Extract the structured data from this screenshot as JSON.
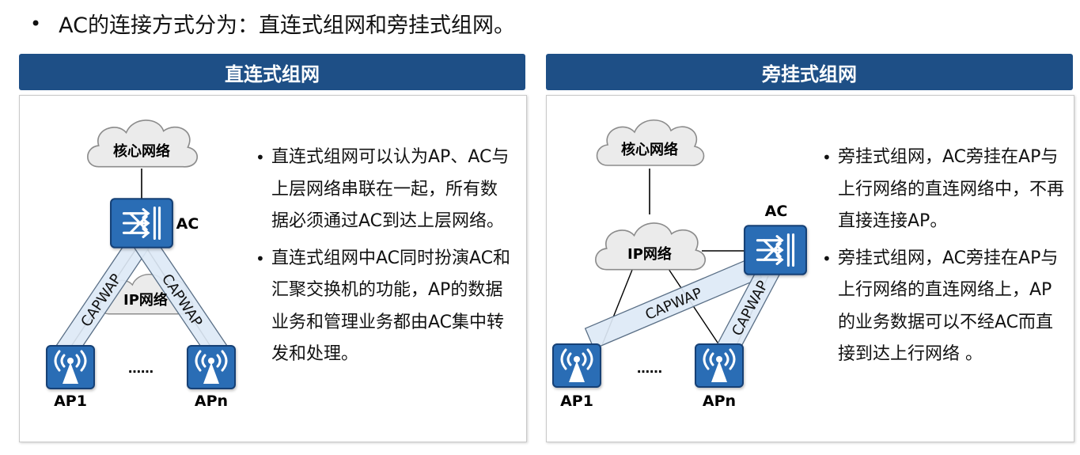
{
  "headline": "AC的连接方式分为：直连式组网和旁挂式组网。",
  "left": {
    "title": "直连式组网",
    "labels": {
      "core_cloud": "核心网络",
      "ip_cloud": "IP网络",
      "ac": "AC",
      "tunnel_left": "CAPWAP",
      "tunnel_right": "CAPWAP",
      "ap1": "AP1",
      "apn": "APn",
      "ellipsis": "……"
    },
    "notes": [
      "直连式组网可以认为AP、AC与上层网络串联在一起，所有数据必须通过AC到达上层网络。",
      "直连式组网中AC同时扮演AC和汇聚交换机的功能，AP的数据业务和管理业务都由AC集中转发和处理。"
    ]
  },
  "right": {
    "title": "旁挂式组网",
    "labels": {
      "core_cloud": "核心网络",
      "ip_cloud": "IP网络",
      "ac": "AC",
      "tunnel_long": "CAPWAP",
      "tunnel_short": "CAPWAP",
      "ap1": "AP1",
      "apn": "APn",
      "ellipsis": "……"
    },
    "notes": [
      "旁挂式组网，AC旁挂在AP与上行网络的直连网络中，不再直接连接AP。",
      "旁挂式组网，AC旁挂在AP与上行网络的直连网络上，AP的业务数据可以不经AC而直接到达上行网络 。"
    ]
  },
  "colors": {
    "banner": "#1e4f86",
    "device": "#2a6db5",
    "tunnel": "#dde9f6",
    "cloud": "#ebebeb"
  },
  "icons": {
    "ac": "switch-icon",
    "ap": "wireless-ap-icon",
    "cloud": "cloud-icon"
  }
}
